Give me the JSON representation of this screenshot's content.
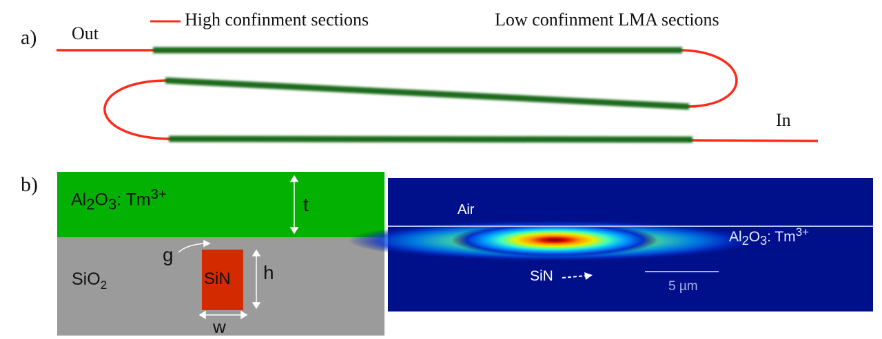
{
  "panel_a": {
    "label": "a)",
    "legend": [
      {
        "text": "High confinment sections",
        "color": "#ff2a1a"
      },
      {
        "text": "Low confinment LMA sections",
        "color": "#1f6b1f"
      }
    ],
    "out_label": "Out",
    "in_label": "In"
  },
  "panel_b": {
    "label": "b)",
    "cross_section": {
      "cladding_top": {
        "name": "Al",
        "sub1": "2",
        "mid": "O",
        "sub2": "3",
        "rest": ": Tm",
        "sup": "3+",
        "color": "#03b103"
      },
      "substrate": {
        "name": "SiO",
        "sub": "2",
        "color": "#9b9b9b"
      },
      "core": {
        "text": "SiN",
        "color": "#d42a00"
      },
      "dims": {
        "t": "t",
        "g": "g",
        "h": "h",
        "w": "w"
      }
    },
    "mode_plot": {
      "air": "Air",
      "layer": {
        "name": "Al",
        "sub1": "2",
        "mid": "O",
        "sub2": "3",
        "rest": ": Tm",
        "sup": "3+"
      },
      "core": "SiN",
      "scale_bar": "5 µm"
    }
  }
}
